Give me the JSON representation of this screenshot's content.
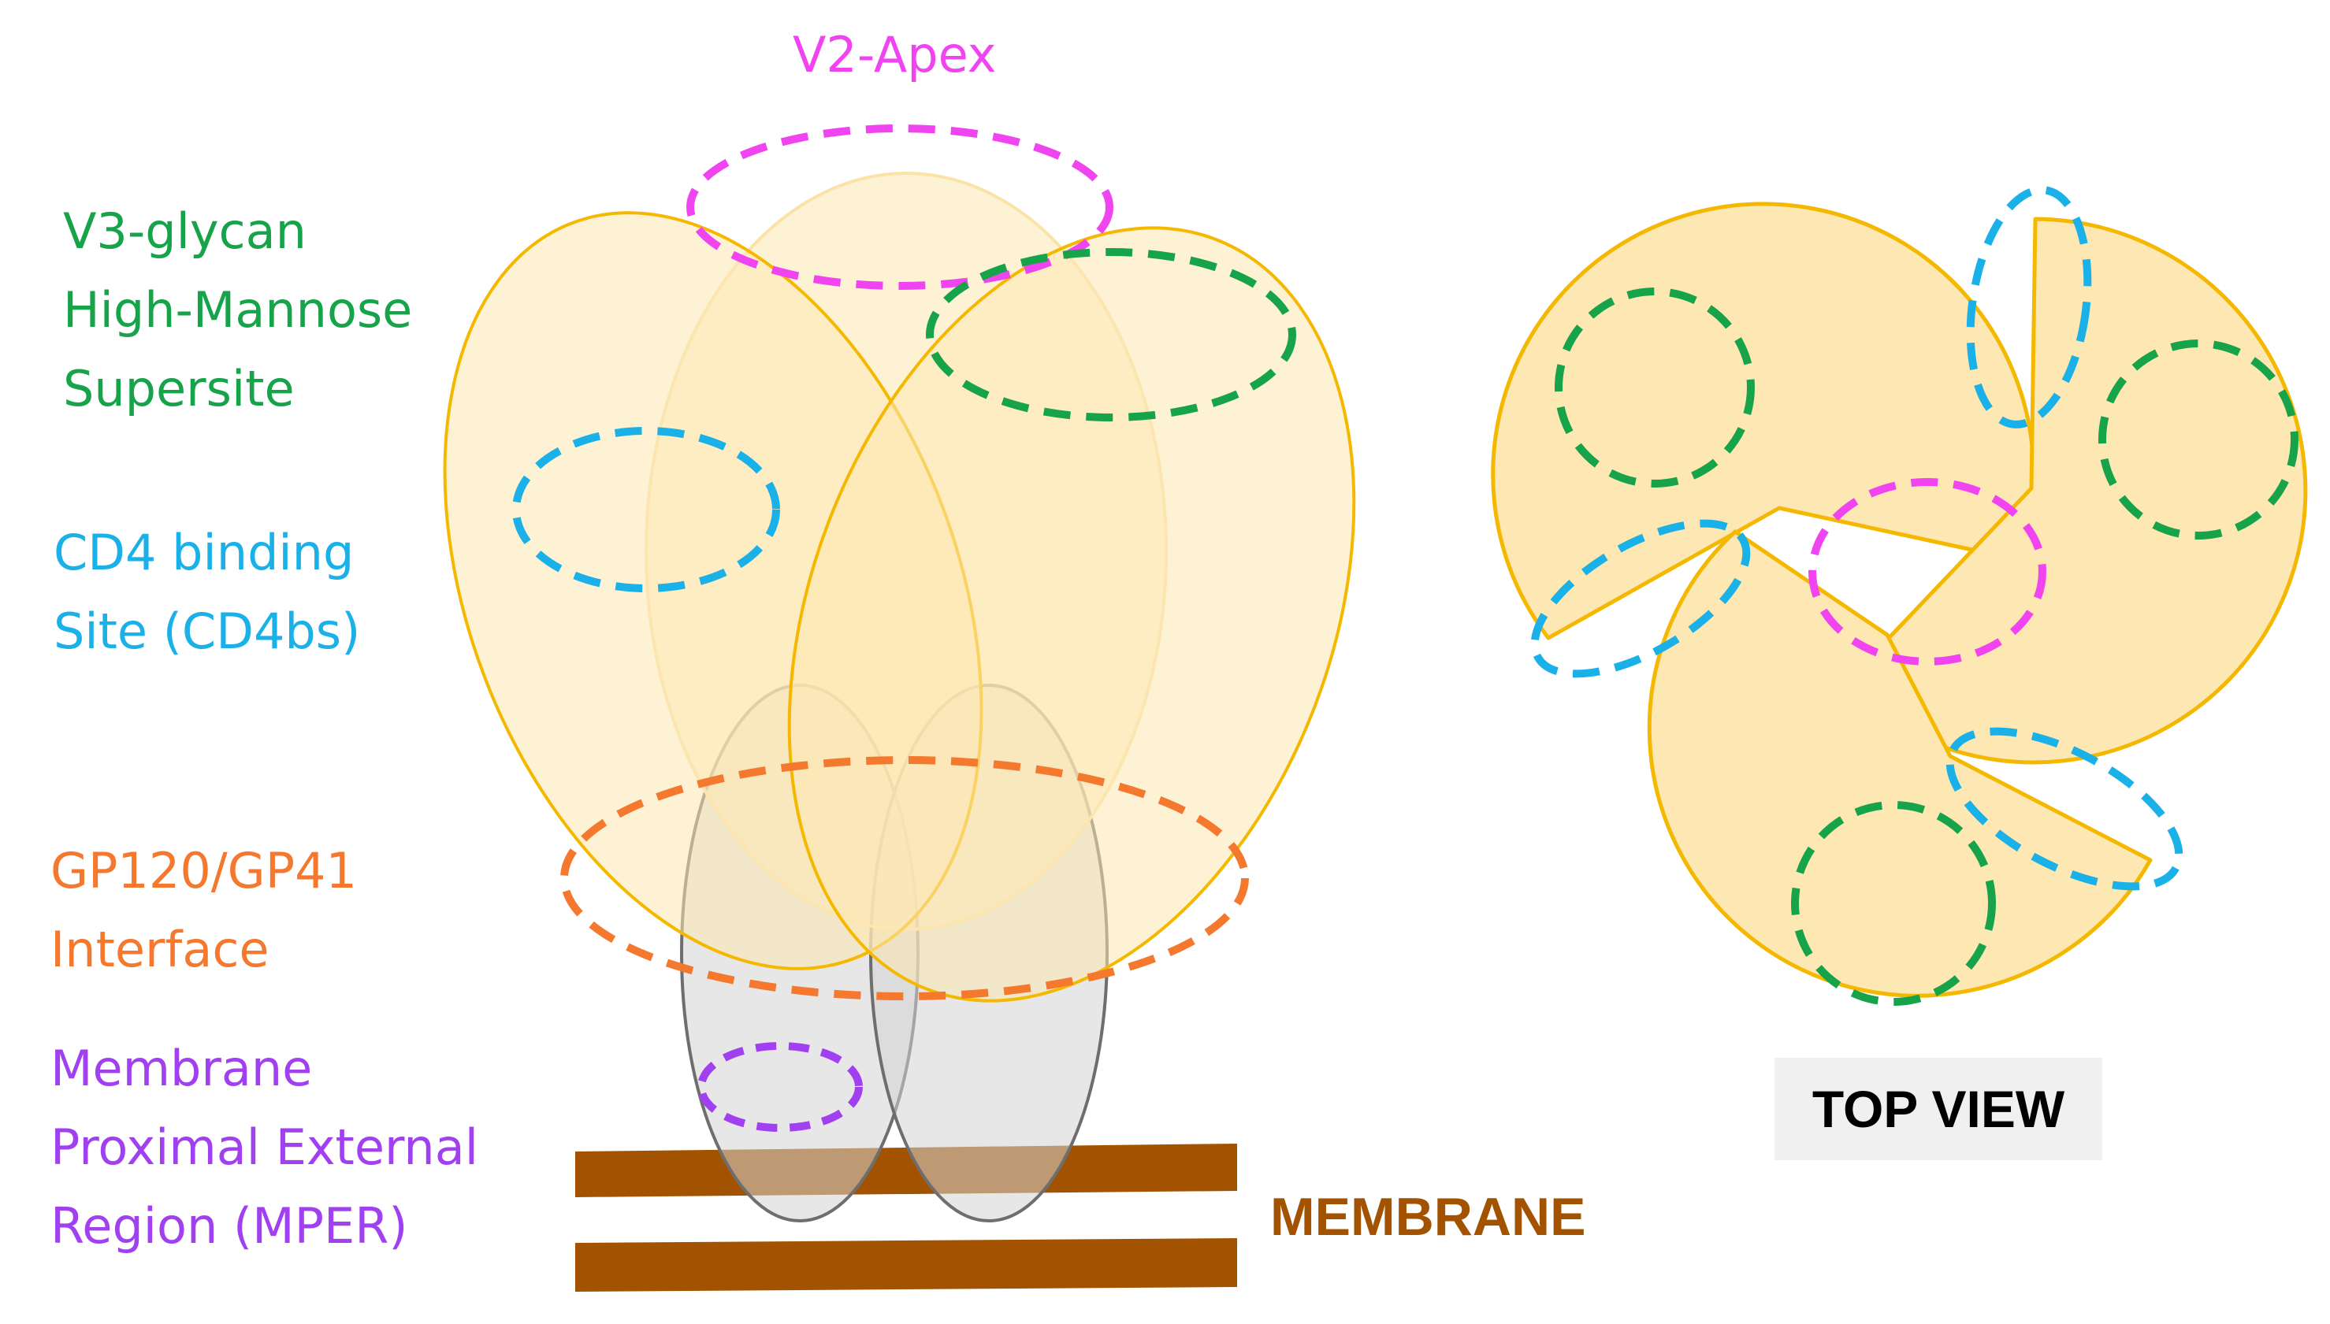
{
  "colors": {
    "capsule_fill": "#fde7b2",
    "capsule_stroke": "#f5b800",
    "gp41_fill": "#d4d4d4",
    "gp41_stroke": "#6e6e6e",
    "membrane": "#a35200",
    "v2_apex": "#f044f0",
    "v3_glycan": "#17a34a",
    "cd4bs": "#1ab0e8",
    "gp120_gp41": "#f4792e",
    "mper": "#a040f0",
    "topview_bg": "#f0f0f0"
  },
  "labels": {
    "v2_apex": "V2-Apex",
    "v3_glycan": [
      "V3-glycan",
      "High-Mannose",
      "Supersite"
    ],
    "cd4bs": [
      "CD4 binding",
      "Site (CD4bs)"
    ],
    "gp120_gp41": [
      "GP120/GP41",
      "Interface"
    ],
    "mper": [
      "Membrane",
      "Proximal External",
      "Region (MPER)"
    ],
    "membrane": "MEMBRANE",
    "top_view": "TOP VIEW"
  },
  "icons": {
    "side_view": "hiv-env-trimer-side-view",
    "top_view": "hiv-env-trimer-top-view"
  }
}
